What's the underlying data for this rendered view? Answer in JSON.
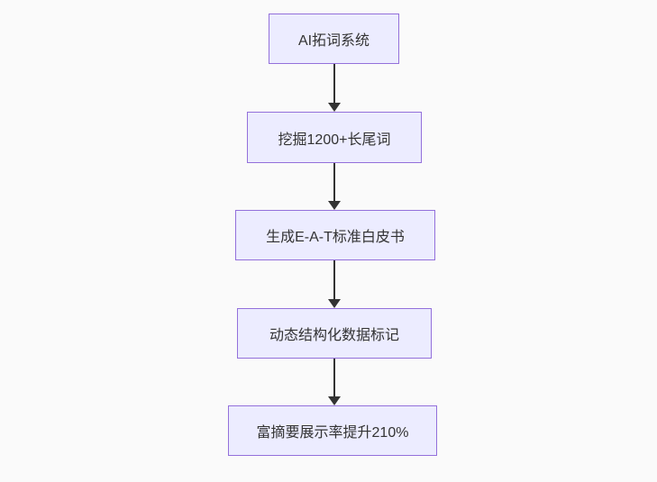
{
  "colors": {
    "background": "#fafafa",
    "node_fill": "#ECECFF",
    "node_border": "#9370DB",
    "arrow": "#333333",
    "text": "#333333"
  },
  "flowchart": {
    "direction": "top-down",
    "nodes": [
      {
        "label": "AI拓词系统"
      },
      {
        "label": "挖掘1200+长尾词"
      },
      {
        "label": "生成E-A-T标准白皮书"
      },
      {
        "label": "动态结构化数据标记"
      },
      {
        "label": "富摘要展示率提升210%"
      }
    ]
  }
}
